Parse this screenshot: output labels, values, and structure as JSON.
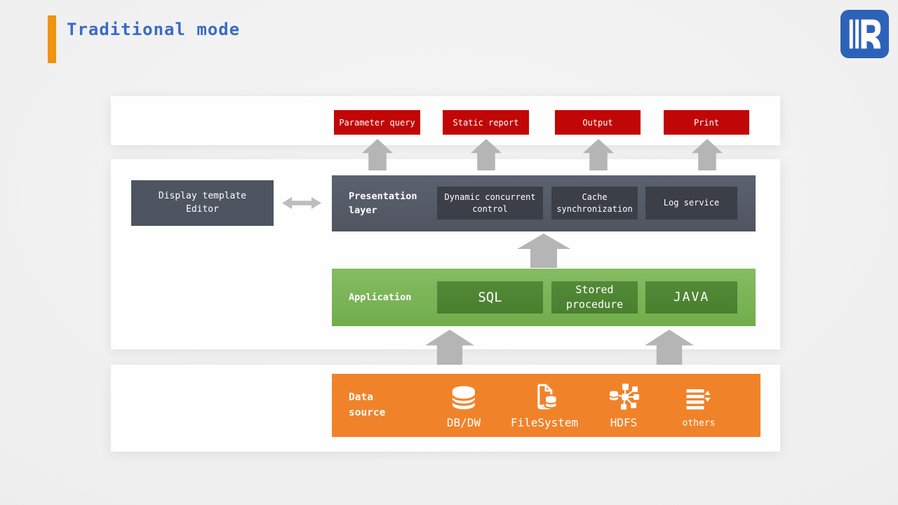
{
  "title": "Traditional mode",
  "colors": {
    "accent_orange": "#f0930e",
    "title_blue": "#3a6bc6",
    "logo_blue": "#2d62b9",
    "button_red": "#c00606",
    "slate": "#565c6a",
    "slate_dark": "#3a3f48",
    "editor_gray": "#4e5460",
    "green": "#7cb65a",
    "green_dark": "#4e8533",
    "orange": "#f0832a",
    "arrow_gray": "#b5b5b5"
  },
  "outputs": [
    {
      "label": "Parameter query"
    },
    {
      "label": "Static report"
    },
    {
      "label": "Output"
    },
    {
      "label": "Print"
    }
  ],
  "editor": {
    "label": "Display template\nEditor"
  },
  "presentation": {
    "title": "Presentation\nlayer",
    "modules": [
      {
        "label": "Dynamic concurrent\ncontrol"
      },
      {
        "label": "Cache\nsynchronization"
      },
      {
        "label": "Log service"
      }
    ]
  },
  "application": {
    "title": "Application",
    "modules": [
      {
        "label": "SQL"
      },
      {
        "label": "Stored\nprocedure"
      },
      {
        "label": "JAVA"
      }
    ]
  },
  "datasource": {
    "title": "Data\nsource",
    "items": [
      {
        "label": "DB/DW",
        "icon": "database-icon"
      },
      {
        "label": "FileSystem",
        "icon": "file-database-icon"
      },
      {
        "label": "HDFS",
        "icon": "cluster-icon"
      },
      {
        "label": "others",
        "icon": "list-sort-icon"
      }
    ]
  }
}
